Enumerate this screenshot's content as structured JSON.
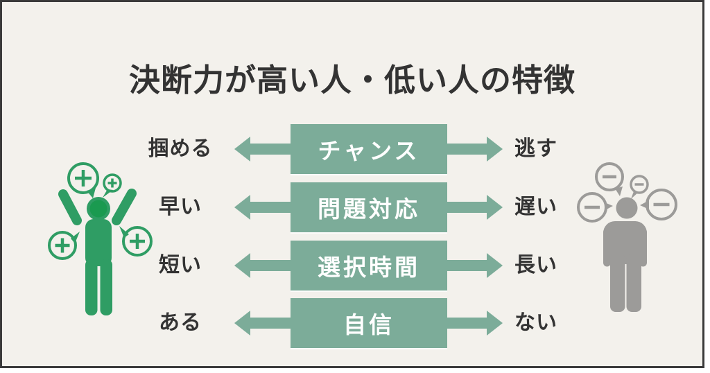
{
  "title": "決断力が高い人・低い人の特徴",
  "rows": [
    {
      "high": "掴める",
      "topic": "チャンス",
      "low": "逃す"
    },
    {
      "high": "早い",
      "topic": "問題対応",
      "low": "遅い"
    },
    {
      "high": "短い",
      "topic": "選択時間",
      "low": "長い"
    },
    {
      "high": "ある",
      "topic": "自信",
      "low": "ない"
    }
  ],
  "icons": {
    "high_person": "positive-person-with-plus-speech-bubbles-icon",
    "low_person": "negative-person-with-minus-speech-bubbles-icon",
    "left_arrow": "left-arrow-icon",
    "right_arrow": "right-arrow-icon"
  },
  "colors": {
    "background": "#f3f1ec",
    "frame_border": "#3a3a3a",
    "accent_green": "#7cac99",
    "person_green": "#2f9d64",
    "person_green_dark": "#1a9a50",
    "person_gray": "#9c9b99",
    "text_dark": "#333333",
    "box_text": "#ffffff"
  }
}
